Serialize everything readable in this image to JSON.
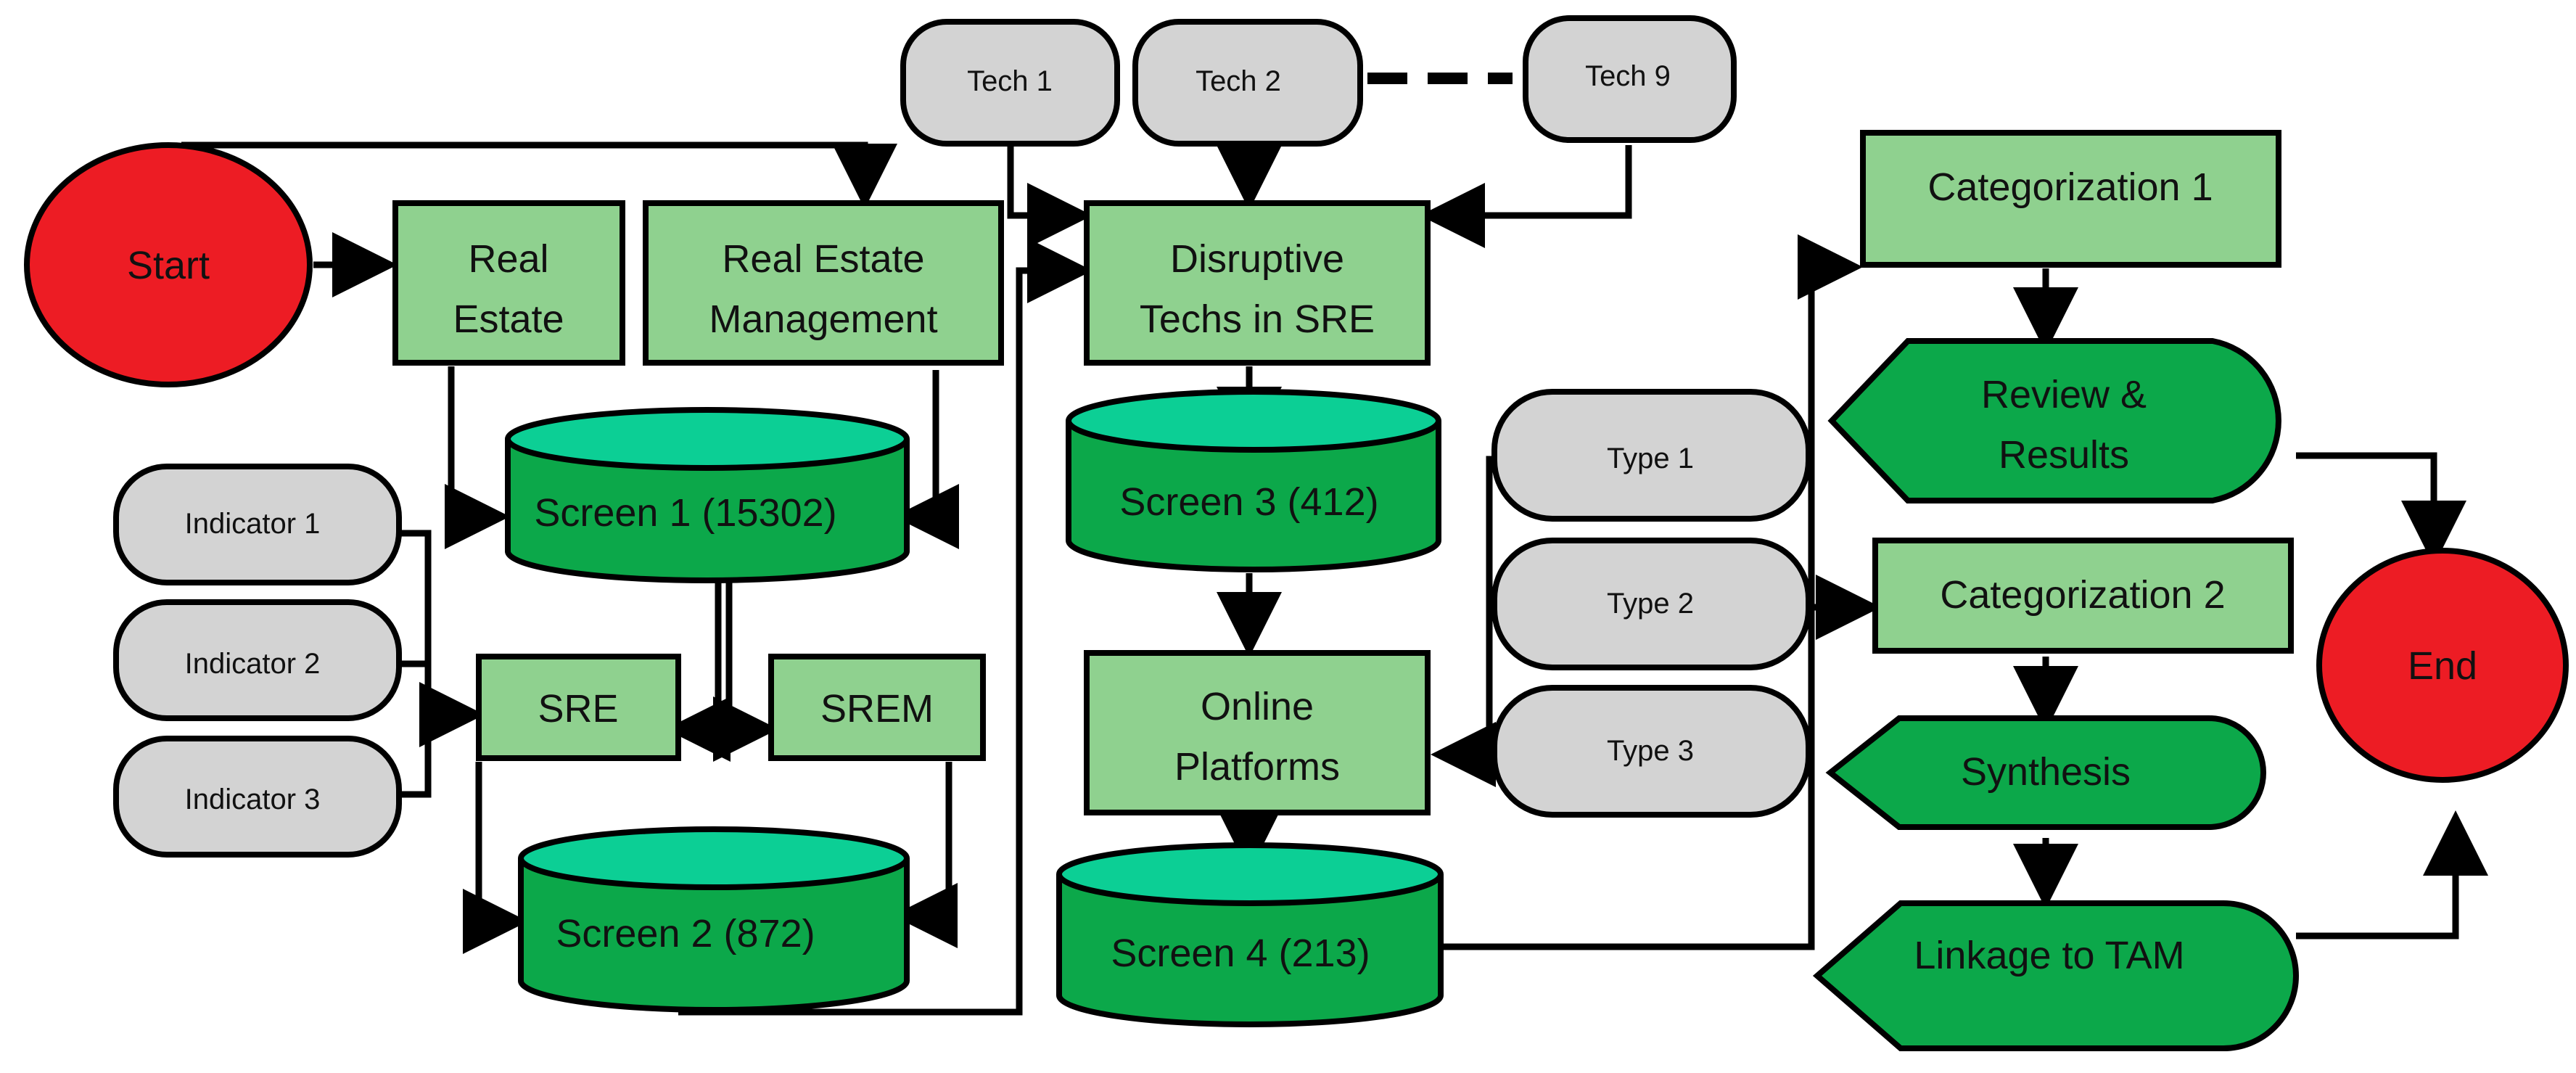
{
  "colors": {
    "terminal": "#ed1c24",
    "process_box": "#8fd18f",
    "database": "#0ca84a",
    "database_top": "#0ccf95",
    "display_shape": "#0ca84a",
    "input_pill": "#d3d3d3",
    "line": "#000000"
  },
  "terminals": {
    "start": "Start",
    "end": "End"
  },
  "process_boxes": {
    "real_estate": [
      "Real",
      "Estate"
    ],
    "real_estate_management": [
      "Real Estate",
      "Management"
    ],
    "disruptive_techs": [
      "Disruptive",
      "Techs in SRE"
    ],
    "sre": "SRE",
    "srem": "SREM",
    "online_platforms": [
      "Online",
      "Platforms"
    ],
    "categorization_1": "Categorization 1",
    "categorization_2": "Categorization 2"
  },
  "screens": {
    "screen_1": "Screen 1 (15302)",
    "screen_2": "Screen 2 (872)",
    "screen_3": "Screen 3 (412)",
    "screen_4": "Screen 4 (213)"
  },
  "techs": [
    "Tech 1",
    "Tech 2",
    "Tech 9"
  ],
  "indicators": [
    "Indicator 1",
    "Indicator 2",
    "Indicator 3"
  ],
  "types": [
    "Type 1",
    "Type 2",
    "Type 3"
  ],
  "outputs": {
    "review_results": [
      "Review &",
      "Results"
    ],
    "synthesis": "Synthesis",
    "linkage_tam": "Linkage to TAM"
  }
}
